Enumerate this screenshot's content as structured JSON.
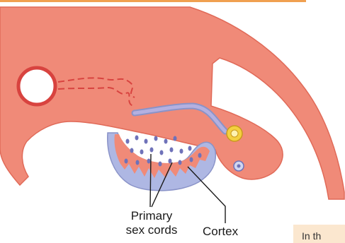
{
  "labels": {
    "primary_line1": "Primary",
    "primary_line2": "sex cords",
    "cortex": "Cortex"
  },
  "snippet": {
    "text": "In th"
  },
  "colors": {
    "tissue": "#f08a78",
    "tissue_outline": "#e06a58",
    "cortex": "#aeb7e3",
    "cortex_outline": "#8a93c8",
    "cords": "#6f72b9",
    "duct": "#a69fd6",
    "vessel_ring": "#d8433f",
    "yellow_cell": "#f4d03f",
    "orange_top_bar": "#f0a050",
    "text_box": "#fbe7cf"
  }
}
